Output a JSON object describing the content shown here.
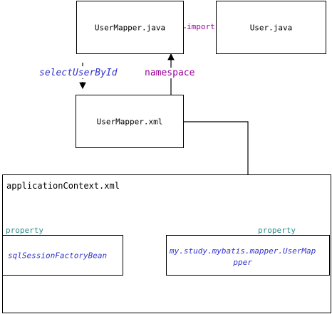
{
  "nodes": {
    "user_mapper_java": "UserMapper.java",
    "user_java": "User.java",
    "user_mapper_xml": "UserMapper.xml",
    "application_context": "applicationContext.xml",
    "sql_session_factory_bean": "sqlSessionFactoryBean",
    "user_mapper_bean_line1": "my.study.mybatis.mapper.UserMap",
    "user_mapper_bean_line2": "pper"
  },
  "edges": {
    "import_label": "import",
    "select_label": "selectUserById",
    "namespace_label": "namespace",
    "property_left": "property",
    "property_right": "property"
  },
  "colors": {
    "import": "#990099",
    "select": "#3333cc",
    "namespace": "#990099",
    "property": "#2e8b8b",
    "bean_text": "#3333cc"
  }
}
